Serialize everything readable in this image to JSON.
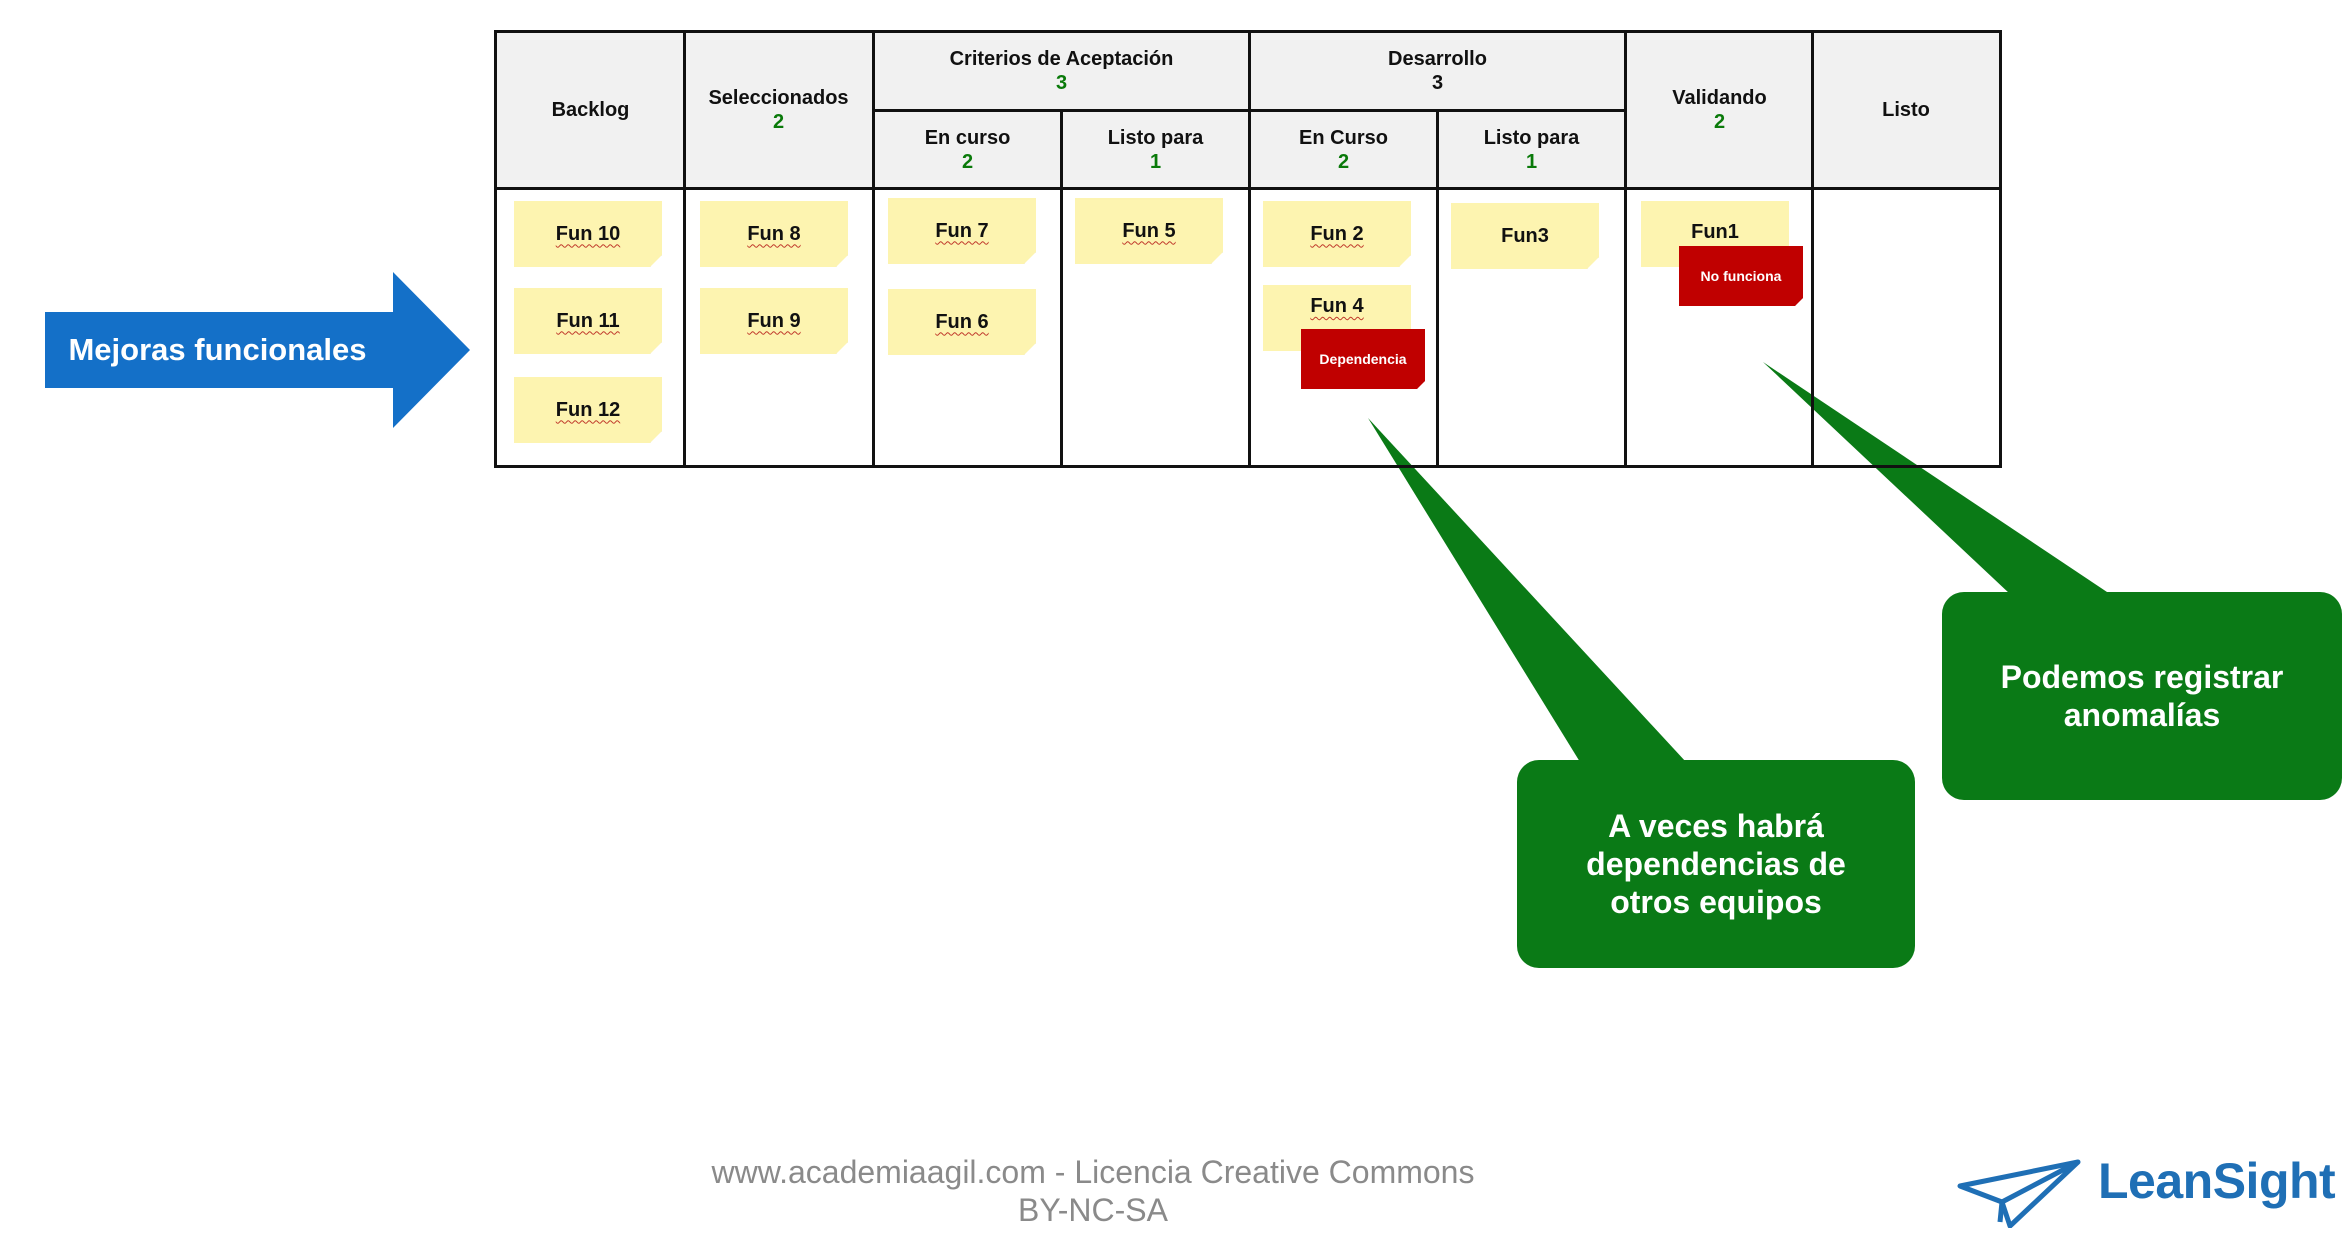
{
  "board": {
    "columns": {
      "backlog": "Backlog",
      "selected": "Seleccionados",
      "selected_count": "2",
      "acceptance": "Criterios de Aceptación",
      "acceptance_count": "3",
      "acceptance_in_progress": "En curso",
      "acceptance_in_progress_count": "2",
      "acceptance_ready": "Listo para",
      "acceptance_ready_count": "1",
      "development": "Desarrollo",
      "development_count": "3",
      "dev_in_progress": "En Curso",
      "dev_in_progress_count": "2",
      "dev_ready": "Listo para",
      "dev_ready_count": "1",
      "validating": "Validando",
      "validating_count": "2",
      "done": "Listo"
    },
    "cards": {
      "fun10": "Fun 10",
      "fun11": "Fun 11",
      "fun12": "Fun 12",
      "fun8": "Fun 8",
      "fun9": "Fun 9",
      "fun7": "Fun 7",
      "fun6": "Fun 6",
      "fun5": "Fun 5",
      "fun2": "Fun 2",
      "fun4": "Fun 4",
      "fun3": "Fun3",
      "fun1": "Fun1"
    },
    "tags": {
      "dependency": "Dependencia",
      "not_working": "No funciona"
    }
  },
  "arrow_label": "Mejoras funcionales",
  "callouts": {
    "dependencies": "A veces habrá dependencias de otros equipos",
    "anomalies": "Podemos registrar anomalías"
  },
  "footer": "www.academiaagil.com - Licencia Creative Commons BY-NC-SA",
  "logo": "LeanSight",
  "colors": {
    "arrow_blue": "#1470c8",
    "callout_green": "#0a7a16",
    "sticky_yellow": "#fdf4b0",
    "tag_red": "#c00000",
    "count_green": "#0a7a0a",
    "logo_blue": "#1f6fb5"
  }
}
